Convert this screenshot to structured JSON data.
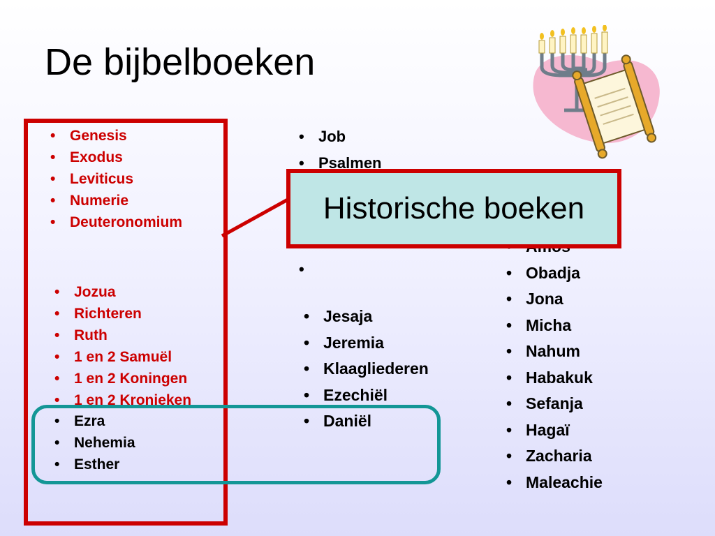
{
  "title": "De bijbelboeken",
  "columns": {
    "torah": [
      "Genesis",
      "Exodus",
      "Leviticus",
      "Numerie",
      "Deuteronomium"
    ],
    "historical_red": [
      "Jozua",
      "Richteren",
      "Ruth",
      "1 en 2 Samuël",
      "1 en 2 Koningen",
      "1 en 2 Kronieken"
    ],
    "historical_black": [
      "Ezra",
      "Nehemia",
      "Esther"
    ],
    "poetry": [
      "Job",
      "Psalmen",
      "",
      "",
      "",
      ""
    ],
    "major_prophets": [
      "Jesaja",
      "Jeremia",
      "Klaagliederen",
      "Ezechiël",
      "Daniël"
    ],
    "minor_prophets": [
      "Amos",
      "Obadja",
      "Jona",
      "Micha",
      "Nahum",
      "Habakuk",
      "Sefanja",
      "Hagaï",
      "Zacharia",
      "Maleachie"
    ]
  },
  "callout": {
    "label": "Historische boeken"
  },
  "clipart": {
    "icon": "menorah-scroll-icon"
  },
  "colors": {
    "highlight_red": "#cc0000",
    "teal": "#139696",
    "callout_fill": "#bfe6e6"
  }
}
